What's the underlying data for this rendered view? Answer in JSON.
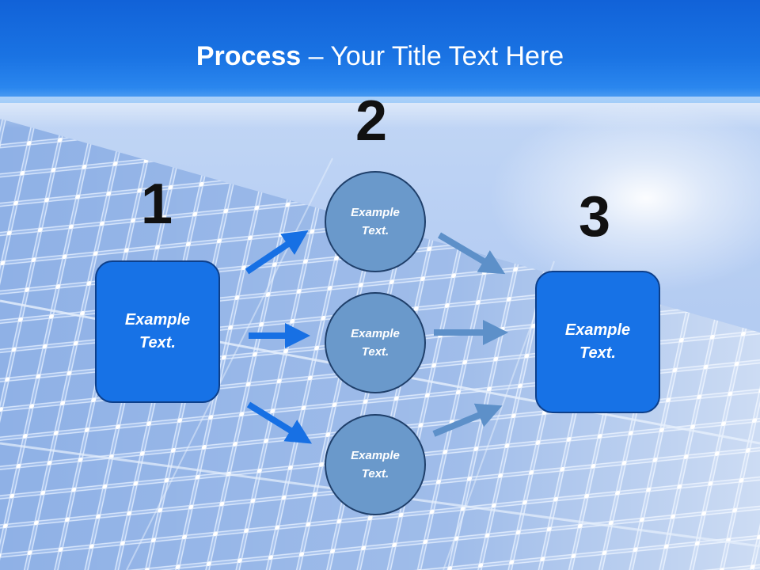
{
  "title": {
    "bold": "Process",
    "rest": " – Your Title Text Here"
  },
  "steps": {
    "one": {
      "number": "1",
      "text_line1": "Example",
      "text_line2": "Text."
    },
    "two": {
      "number": "2"
    },
    "three": {
      "number": "3",
      "text_line1": "Example",
      "text_line2": "Text."
    }
  },
  "circles": [
    {
      "line1": "Example",
      "line2": "Text."
    },
    {
      "line1": "Example",
      "line2": "Text."
    },
    {
      "line1": "Example",
      "line2": "Text."
    }
  ],
  "colors": {
    "header_blue": "#1162d8",
    "box_blue": "#1772e6",
    "circle_blue": "#6a99cb",
    "arrow_bright": "#1770e4",
    "arrow_muted": "#5d90c9"
  }
}
